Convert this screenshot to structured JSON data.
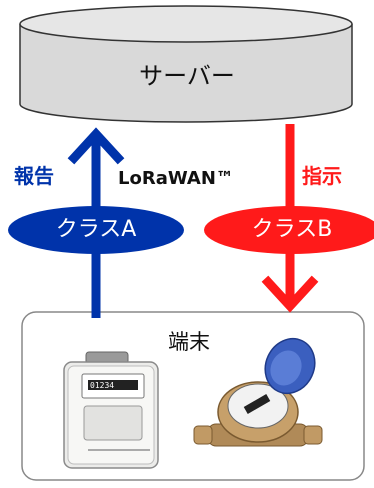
{
  "server": {
    "label": "サーバー"
  },
  "uplink": {
    "label": "報告",
    "class_label": "クラスA"
  },
  "downlink": {
    "label": "指示",
    "class_label": "クラスB"
  },
  "protocol": {
    "label": "LoRaWAN™"
  },
  "device_box": {
    "label": "端末"
  },
  "colors": {
    "uplink": "#0033aa",
    "downlink": "#ff1a1a",
    "server_fill": "#d9d9d9",
    "box_border": "#888888"
  },
  "icons": [
    "gas-meter-icon",
    "water-meter-icon"
  ]
}
